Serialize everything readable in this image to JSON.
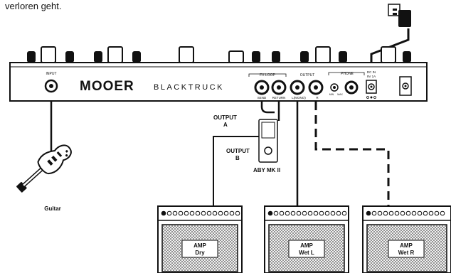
{
  "caption": "verloren geht.",
  "brand": "MOOER",
  "model": "BLACKTRUCK",
  "jacks": {
    "input": "INPUT",
    "fx_loop": "FX LOOP",
    "send": "SEND",
    "return": "RETURN",
    "output": "OUTPUT",
    "l_mono": "L(MONO)",
    "r": "R",
    "phone": "PHONE",
    "phone_min": "MIN",
    "phone_max": "MAX",
    "dc_in": "DC IN",
    "dc_rating": "9V 1A"
  },
  "labels": {
    "output_a_1": "OUTPUT",
    "output_a_2": "A",
    "output_b_1": "OUTPUT",
    "output_b_2": "B",
    "aby": "ABY MK II",
    "guitar": "Guitar"
  },
  "amps": [
    {
      "line1": "AMP",
      "line2": "Dry"
    },
    {
      "line1": "AMP",
      "line2": "Wet L"
    },
    {
      "line1": "AMP",
      "line2": "Wet R"
    }
  ]
}
